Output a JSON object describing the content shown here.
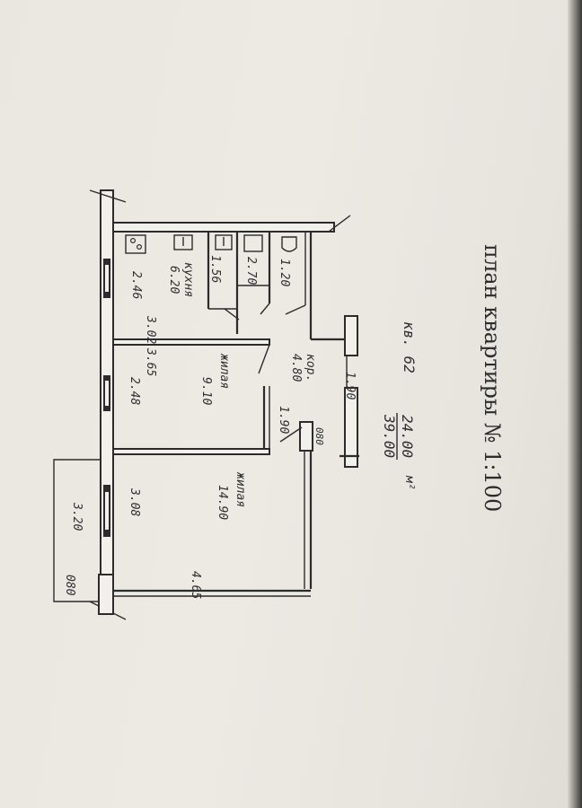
{
  "plan": {
    "title": "план квартиры № 1:100",
    "apartment_no": "кв. 62",
    "area_fraction_top": "24.00",
    "area_fraction_unit": "м²",
    "area_fraction_bottom": "39.00"
  },
  "rooms": {
    "kitchen": {
      "label": "кухня",
      "area": "6.20"
    },
    "living_small": {
      "label": "жилая",
      "area": "9.10"
    },
    "living_large": {
      "label": "жилая",
      "area": "14.90"
    },
    "corridor": {
      "label": "кор.",
      "area": "4.80"
    },
    "bath": {
      "area": "1.56"
    },
    "wc": {
      "area": "2.70"
    },
    "closet": {
      "area": "1.20"
    }
  },
  "dimensions": {
    "d_246": "2.46",
    "d_302": "3.02",
    "d_365": "3.65",
    "d_248": "2.48",
    "d_308": "3.08",
    "d_465": "4.65",
    "d_190_a": "1.90",
    "d_190_b": "1.90",
    "d_320": "3.20",
    "d_080_balcony": "080",
    "d_080_door": "080"
  },
  "colors": {
    "paper": "#eceae3",
    "ink": "#2b2b2e"
  }
}
